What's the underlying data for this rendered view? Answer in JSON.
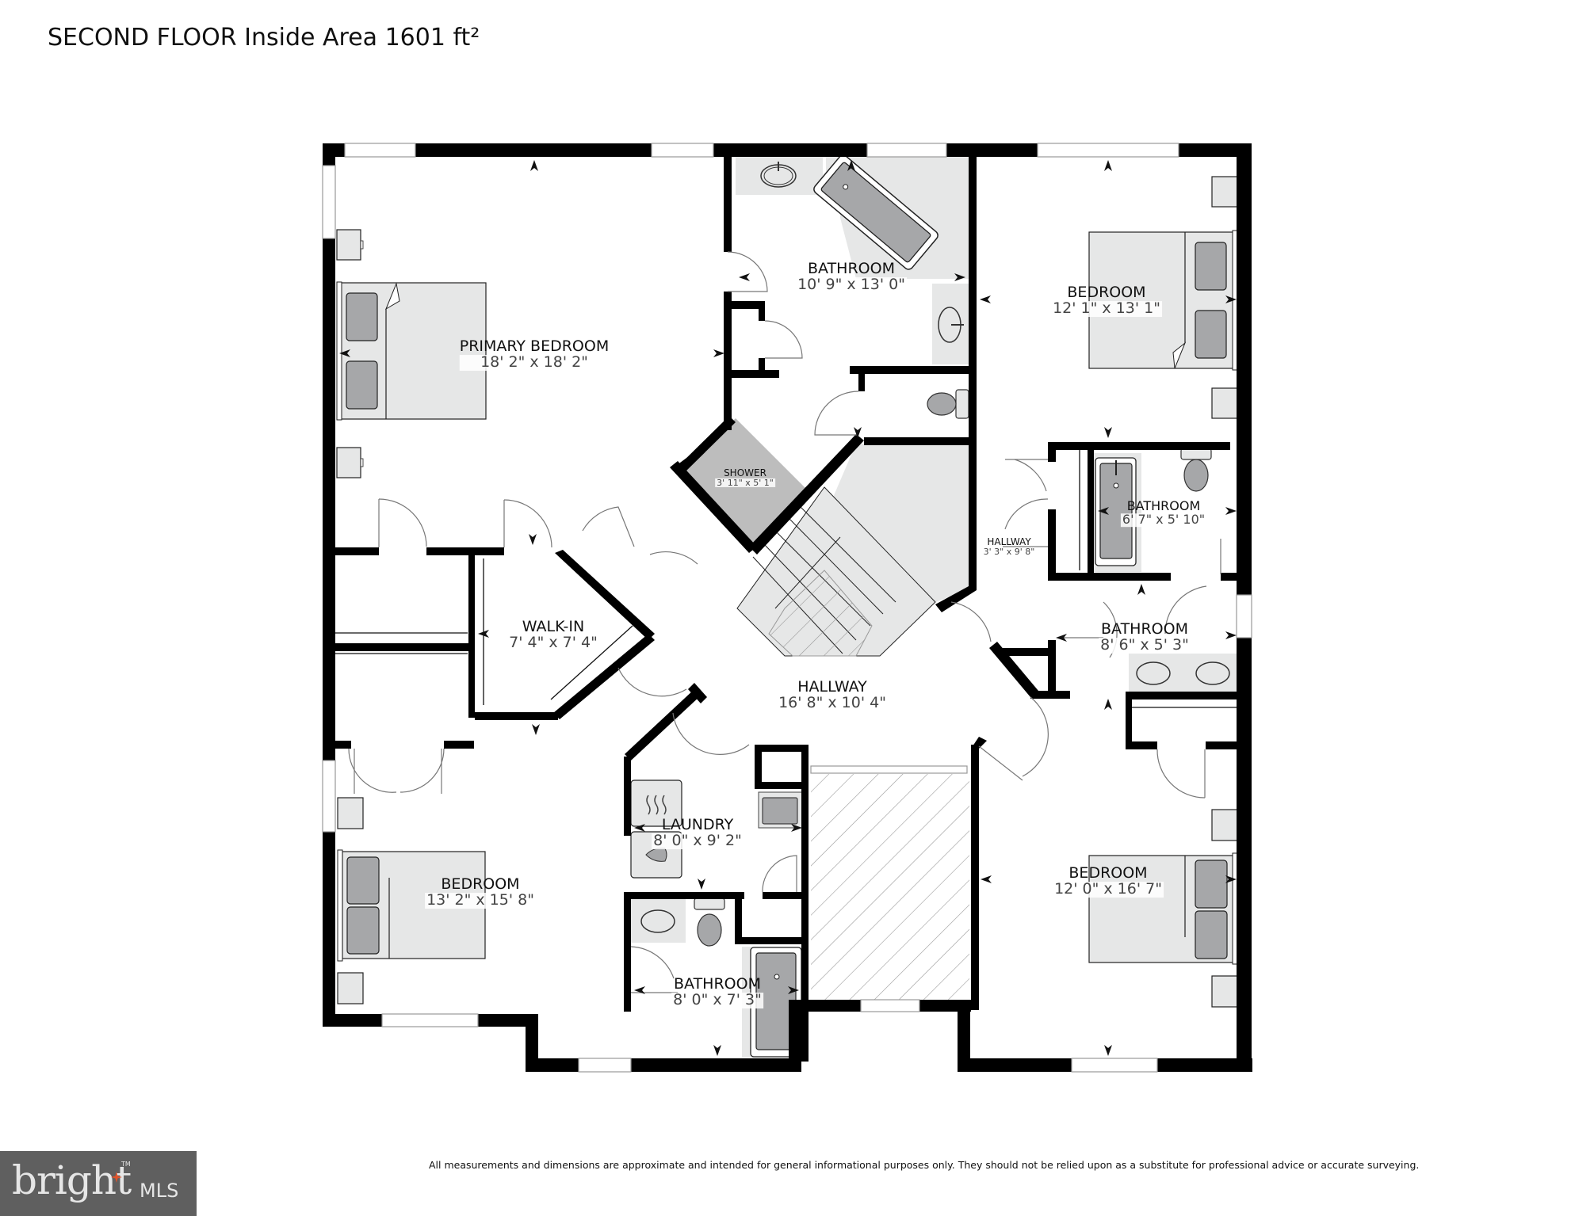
{
  "header": {
    "title": "SECOND FLOOR Inside Area 1601 ft²"
  },
  "rooms": [
    {
      "name": "PRIMARY BEDROOM",
      "dims": "18' 2\" x 18' 2\""
    },
    {
      "name": "BATHROOM",
      "dims": "10' 9\" x 13' 0\""
    },
    {
      "name": "BEDROOM",
      "dims": "12' 1\" x 13' 1\""
    },
    {
      "name": "SHOWER",
      "dims": "3' 11\" x 5' 1\""
    },
    {
      "name": "WALK-IN",
      "dims": "7' 4\" x 7' 4\""
    },
    {
      "name": "HALLWAY",
      "dims": "3' 3\" x 9' 8\""
    },
    {
      "name": "BATHROOM",
      "dims": "6' 7\" x 5' 10\""
    },
    {
      "name": "BATHROOM",
      "dims": "8' 6\" x 5' 3\""
    },
    {
      "name": "HALLWAY",
      "dims": "16' 8\" x 10' 4\""
    },
    {
      "name": "LAUNDRY",
      "dims": "8' 0\" x 9' 2\""
    },
    {
      "name": "BEDROOM",
      "dims": "13' 2\" x 15' 8\""
    },
    {
      "name": "BEDROOM",
      "dims": "12' 0\" x 16' 7\""
    },
    {
      "name": "BATHROOM",
      "dims": "8' 0\" x 7' 3\""
    }
  ],
  "footer": {
    "logo_word": "bright",
    "logo_suffix": "MLS",
    "logo_tm": "TM",
    "disclaimer": "All measurements and dimensions are approximate and intended for general informational purposes only. They should not be relied upon as a substitute for professional advice or accurate surveying."
  },
  "colors": {
    "wall": "#000000",
    "fixture_fill": "#e6e7e7",
    "fixture_dark": "#a6a7a9",
    "shower_fill": "#bdbdbd",
    "logo_bg": "#5f5f5f",
    "logo_accent": "#e0522a"
  }
}
